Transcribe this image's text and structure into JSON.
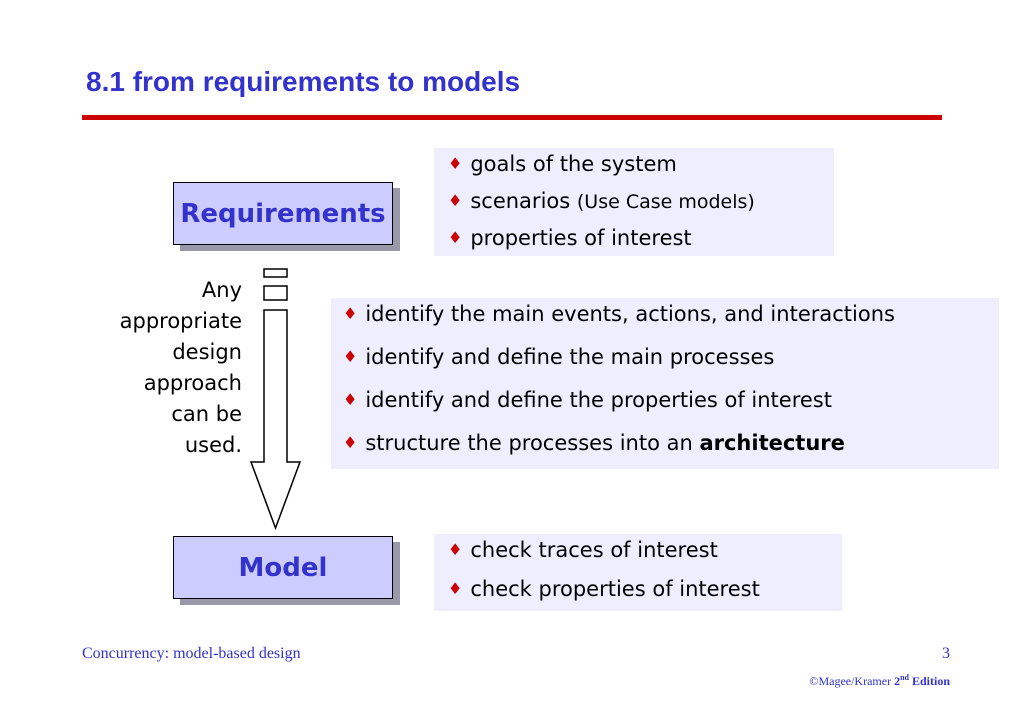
{
  "slide": {
    "title": "8.1  from requirements to models"
  },
  "boxes": {
    "requirements": "Requirements",
    "model": "Model"
  },
  "goals_panel": {
    "items": [
      {
        "text": "goals of the system",
        "note": ""
      },
      {
        "text": "scenarios ",
        "note": "(Use Case models)"
      },
      {
        "text": "properties of interest",
        "note": ""
      }
    ]
  },
  "design_panel": {
    "items": [
      {
        "text": "identify the main events, actions, and interactions",
        "bold": ""
      },
      {
        "text": "identify and define the main processes",
        "bold": ""
      },
      {
        "text": "identify and define the properties of interest",
        "bold": ""
      },
      {
        "text": "structure the processes into an ",
        "bold": "architecture"
      }
    ]
  },
  "check_panel": {
    "items": [
      {
        "text": "check traces of interest"
      },
      {
        "text": "check properties of interest"
      }
    ]
  },
  "side_note": {
    "lines": [
      "Any",
      "appropriate",
      "design",
      "approach",
      "can be",
      "used."
    ]
  },
  "footer": {
    "left": "Concurrency: model-based design",
    "page": "3",
    "credit_prefix": "©Magee/Kramer ",
    "credit_edition_num": "2",
    "credit_edition_sup": "nd",
    "credit_edition_word": " Edition"
  },
  "bullet_glyph": "♦",
  "colors": {
    "title": "#3333cc",
    "rule": "#cc0000",
    "box_fill": "#ccccff",
    "panel_fill": "#eeeeff",
    "bullet": "#cc0000"
  }
}
